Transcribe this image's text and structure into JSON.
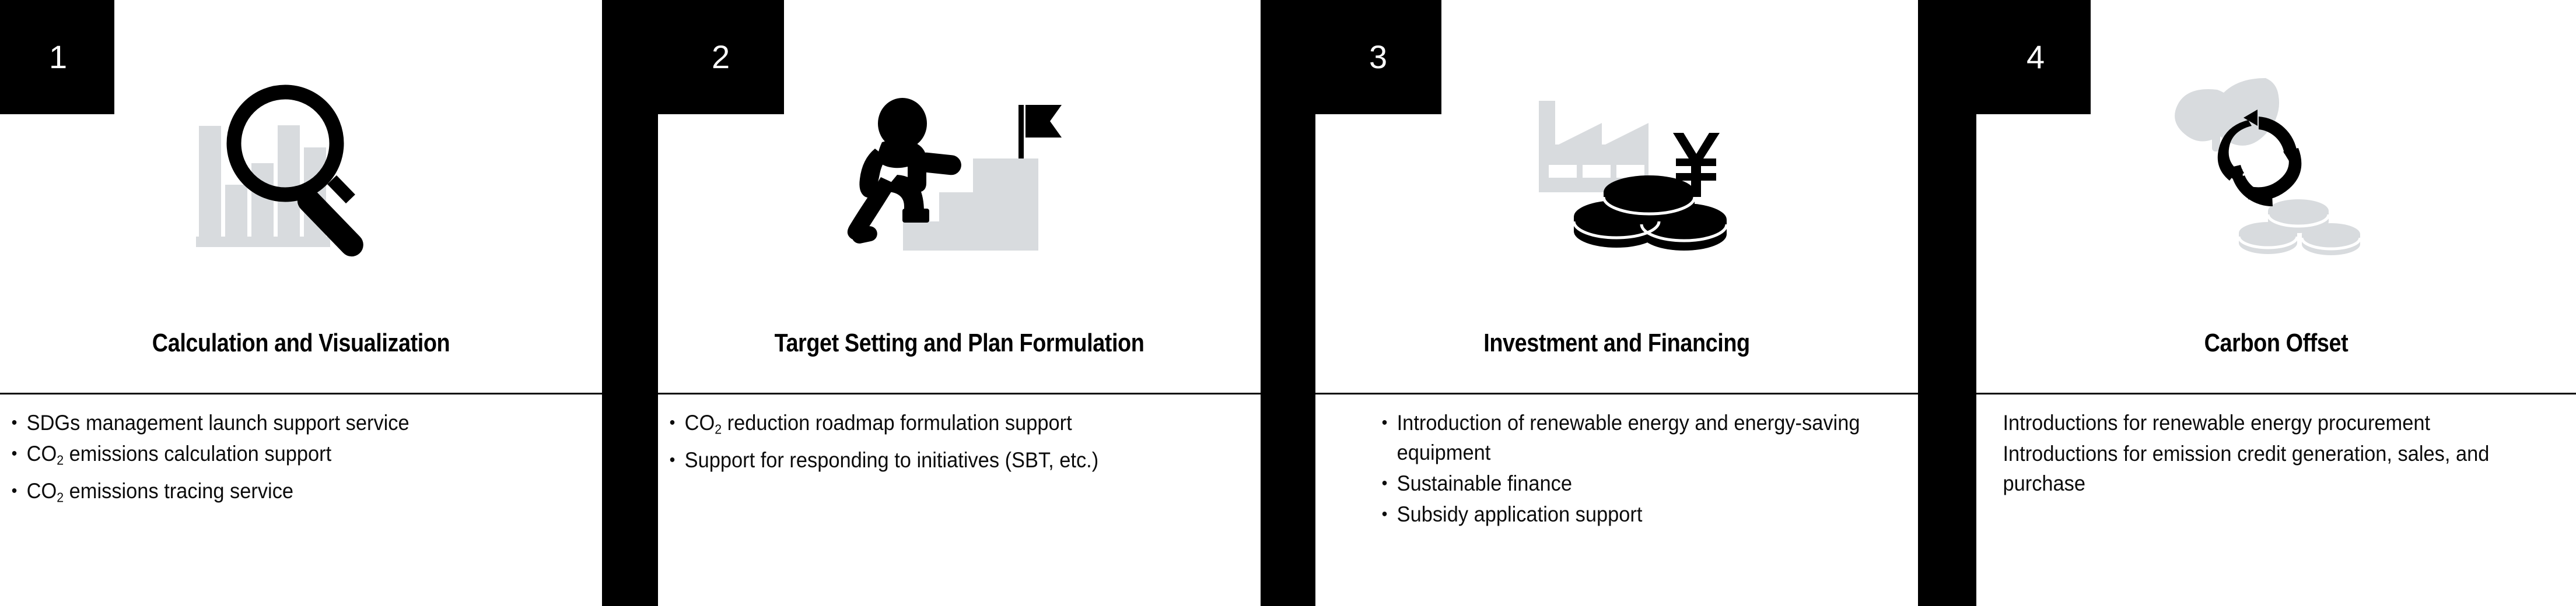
{
  "palette": {
    "background": "#ffffff",
    "band": "#000000",
    "badge_bg": "#000000",
    "badge_text": "#ffffff",
    "title_text": "#000000",
    "body_text": "#0c0c0c",
    "rule": "#000000",
    "icon_light_gray": "#d8dbde",
    "icon_dark": "#000000"
  },
  "columns": [
    {
      "number": "1",
      "title": "Calculation and Visualization",
      "icon": "magnifier-bar-chart-icon",
      "bullets": [
        {
          "pre": "SDGs management launch support service",
          "sub": "",
          "post": ""
        },
        {
          "pre": "CO",
          "sub": "2",
          "post": " emissions calculation support"
        },
        {
          "pre": "CO",
          "sub": "2",
          "post": " emissions tracing service"
        }
      ]
    },
    {
      "number": "2",
      "title": "Target Setting and Plan Formulation",
      "icon": "person-climbing-stairs-flag-icon",
      "bullets": [
        {
          "pre": "CO",
          "sub": "2",
          "post": " reduction roadmap formulation support"
        },
        {
          "pre": "Support for responding to initiatives (SBT, etc.)",
          "sub": "",
          "post": ""
        }
      ]
    },
    {
      "number": "3",
      "title": "Investment and Financing",
      "icon": "factory-yen-coins-icon",
      "bullets": [
        {
          "pre": "Introduction of renewable energy and energy-saving equipment",
          "sub": "",
          "post": ""
        },
        {
          "pre": "Sustainable finance",
          "sub": "",
          "post": ""
        },
        {
          "pre": "Subsidy application support",
          "sub": "",
          "post": ""
        }
      ]
    },
    {
      "number": "4",
      "title": "Carbon Offset",
      "icon": "sprout-recycle-coins-icon",
      "bullets": [
        {
          "pre": "Introductions for renewable energy procurement",
          "sub": "",
          "post": ""
        },
        {
          "pre": "Introductions for emission credit generation, sales, and purchase",
          "sub": "",
          "post": ""
        }
      ]
    }
  ]
}
